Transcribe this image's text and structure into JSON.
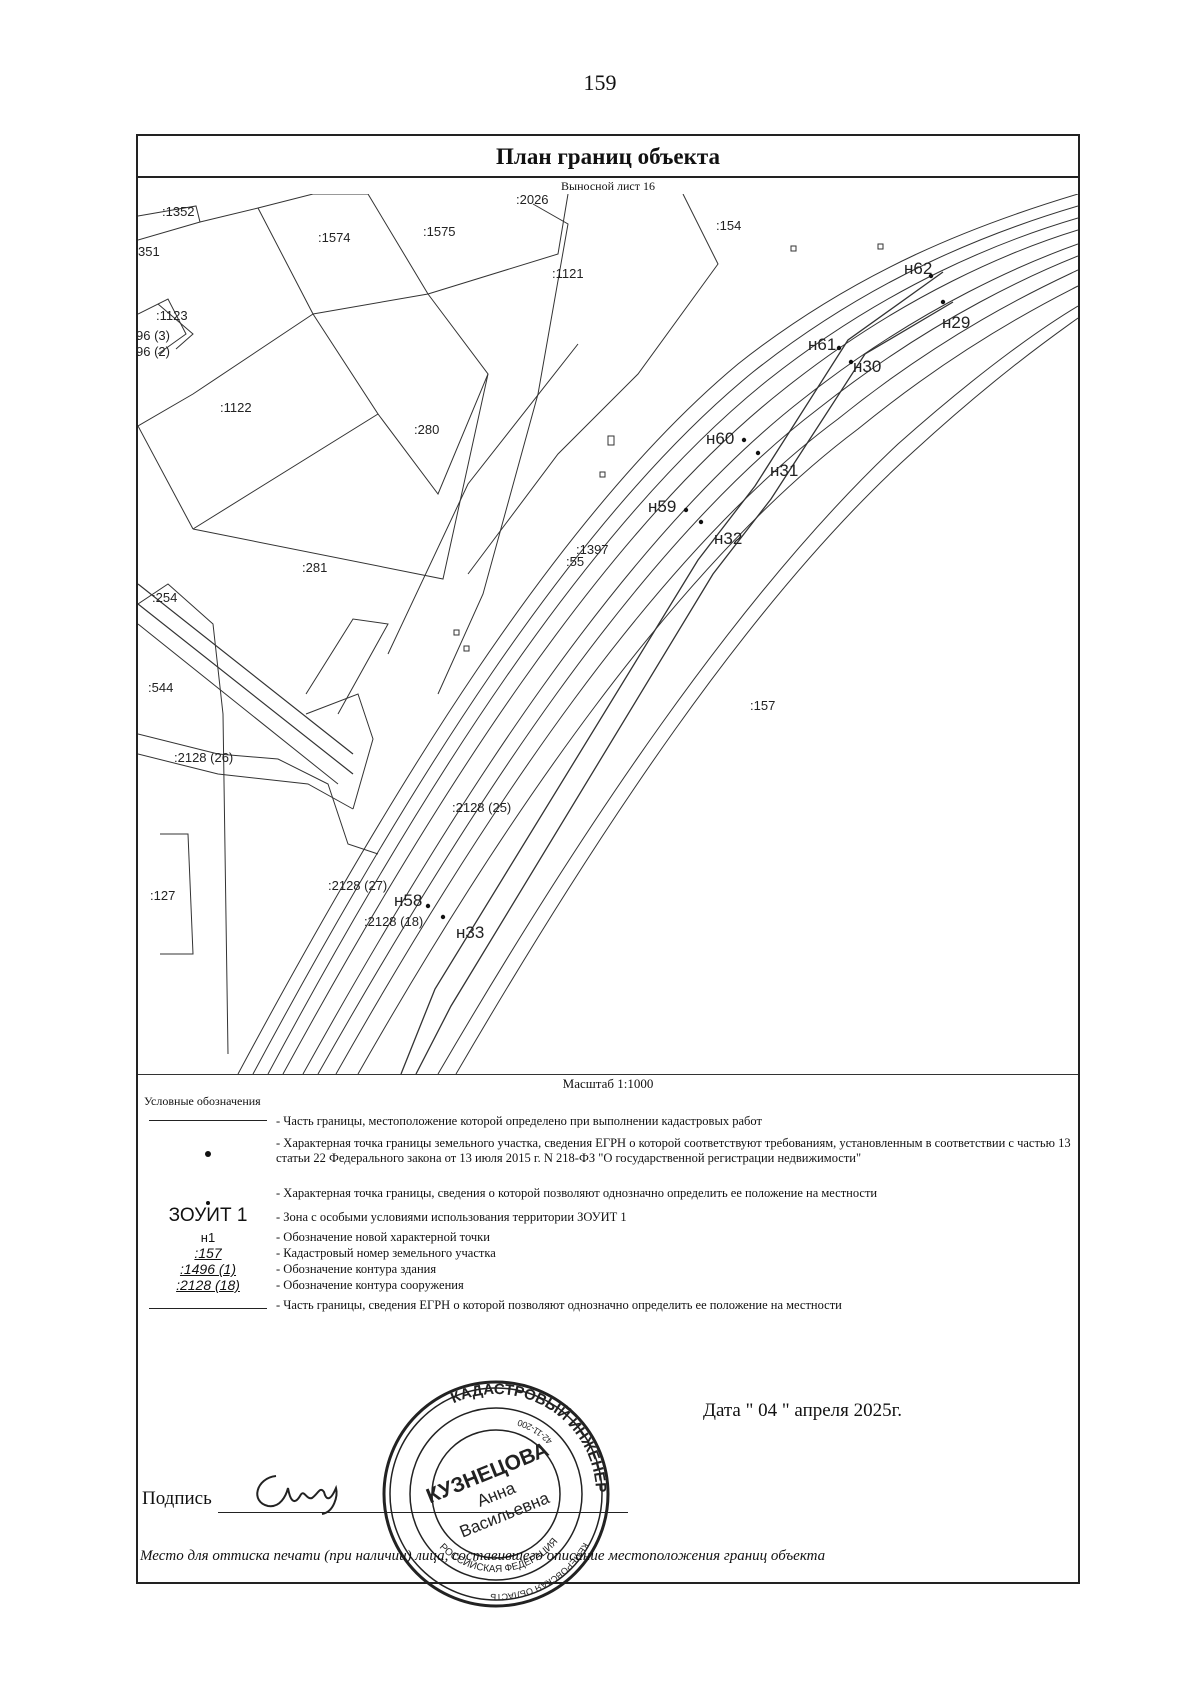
{
  "page_number": "159",
  "title": "План границ объекта",
  "sheet_label": "Выносной лист 16",
  "map": {
    "parcels": [
      ":1352",
      "351",
      ":1574",
      ":1575",
      ":2026",
      ":154",
      ":1121",
      ":1123",
      "96 (3)",
      "96 (2)",
      ":1122",
      ":280",
      ":281",
      ":1397",
      ":55",
      ":254",
      ":544",
      ":157",
      ":2128 (26)",
      ":2128 (25)",
      ":127",
      ":2128 (27)",
      ":2128 (18)"
    ],
    "points": [
      "н62",
      "н29",
      "н61",
      "н30",
      "н60",
      "н31",
      "н59",
      "н32",
      "н58",
      "н33"
    ]
  },
  "scale": "Масштаб 1:1000",
  "legend_title": "Условные обозначения",
  "legend": [
    {
      "symbol": "",
      "text": "- Часть границы, местоположение которой определено при выполнении кадастровых работ"
    },
    {
      "symbol": "",
      "text": "- Характерная точка границы земельного участка, сведения ЕГРН о которой соответствуют требованиям, установленным в соответствии с частью 13 статьи 22 Федерального закона от 13 июля 2015 г. N 218-ФЗ \"О государственной регистрации недвижимости\""
    },
    {
      "symbol": "",
      "text": "- Характерная точка границы, сведения о которой позволяют однозначно определить ее положение на местности"
    },
    {
      "symbol": "ЗОУИТ 1",
      "text": "- Зона с особыми условиями использования территории ЗОУИТ 1"
    },
    {
      "symbol": "н1",
      "text": "- Обозначение новой характерной точки"
    },
    {
      "symbol": ":157",
      "text": "- Кадастровый номер земельного участка"
    },
    {
      "symbol": ":1496 (1)",
      "text": "- Обозначение контура здания"
    },
    {
      "symbol": ":2128 (18)",
      "text": "- Обозначение контура сооружения"
    },
    {
      "symbol": "",
      "text": "- Часть границы, сведения ЕГРН о которой позволяют однозначно определить ее положение на местности"
    }
  ],
  "date": "Дата \" 04 \" апреля 2025г.",
  "signature_label": "Подпись",
  "stamp_note": "Место для оттиска печати (при наличии) лица, составившего описание местоположения границ объекта",
  "seal": {
    "outer": "КАДАСТРОВЫЙ ИНЖЕНЕР",
    "region": "КЕМЕРОВСКАЯ ОБЛАСТЬ",
    "name1": "КУЗНЕЦОВА",
    "name2": "Анна",
    "name3": "Васильевна",
    "inner": "РОССИЙСКАЯ ФЕДЕРАЦИЯ",
    "number": "42-11-200"
  }
}
